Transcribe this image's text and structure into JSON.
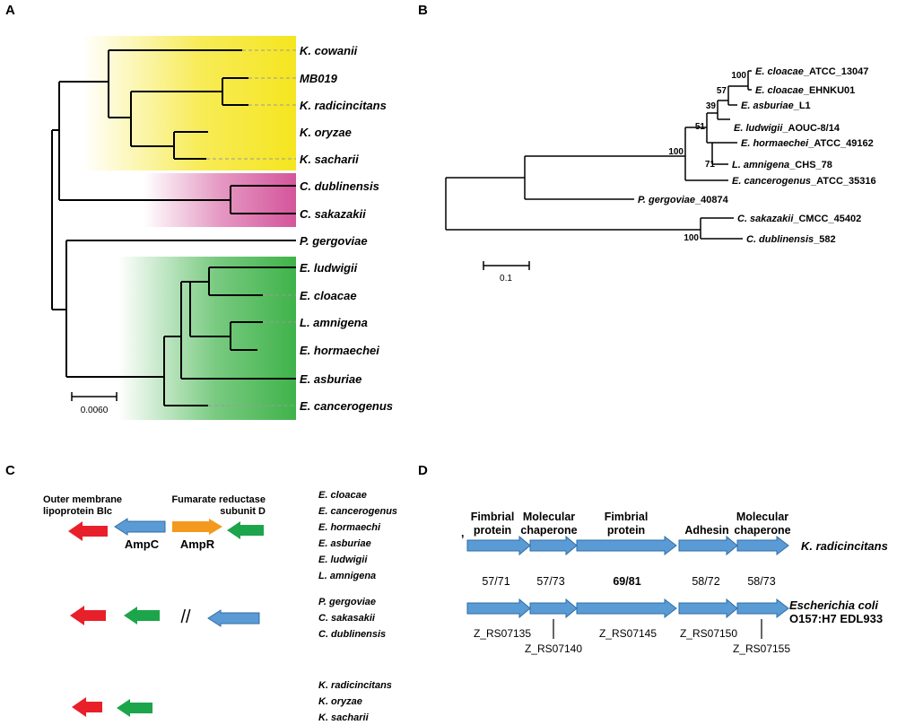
{
  "panels": {
    "a": {
      "label": "A",
      "scale_label": "0.0060",
      "taxa": [
        "K. cowanii",
        "MB019",
        "K. radicincitans",
        "K. oryzae",
        "K. sacharii",
        "C. dublinensis",
        "C. sakazakii",
        "P. gergoviae",
        "E. ludwigii",
        "E. cloacae",
        "L. amnigena",
        "E. hormaechei",
        "E. asburiae",
        "E. cancerogenus"
      ],
      "highlight_colors": {
        "kosakonia": "#f5e520",
        "cronobacter": "#d4559b",
        "enterobacter": "#3fb34a"
      }
    },
    "b": {
      "label": "B",
      "scale_label": "0.1",
      "taxa": [
        {
          "genus": "E. cloacae",
          "strain": "_ATCC_13047"
        },
        {
          "genus": "E. cloacae",
          "strain": "_EHNKU01"
        },
        {
          "genus": "E. asburiae",
          "strain": "_L1"
        },
        {
          "genus": "E. ludwigii",
          "strain": "_AOUC-8/14"
        },
        {
          "genus": "E. hormaechei",
          "strain": "_ATCC_49162"
        },
        {
          "genus": "L. amnigena",
          "strain": "_CHS_78"
        },
        {
          "genus": "E. cancerogenus",
          "strain": "_ATCC_35316"
        },
        {
          "genus": "P. gergoviae",
          "strain": "_40874"
        },
        {
          "genus": "C. sakazakii",
          "strain": "_CMCC_45402"
        },
        {
          "genus": "C. dublinensis",
          "strain": "_582"
        }
      ],
      "bootstrap": [
        "100",
        "57",
        "39",
        "51",
        "100",
        "71",
        "100"
      ]
    },
    "c": {
      "label": "C",
      "desc_outer_1": "Outer membrane",
      "desc_outer_2": "lipoprotein Blc",
      "desc_fum_1": "Fumarate reductase",
      "desc_fum_2": "subunit D",
      "gene_ampc": "AmpC",
      "gene_ampr": "AmpR",
      "break_mark": "//",
      "group1": [
        "E. cloacae",
        "E. cancerogenus",
        "E. hormaechi",
        "E. asburiae",
        "E. ludwigii",
        "L. amnigena"
      ],
      "group2": [
        "P. gergoviae",
        "C. sakasakii",
        "C. dublinensis"
      ],
      "group3": [
        "K. radicincitans",
        "K. oryzae",
        "K. sacharii"
      ],
      "colors": {
        "red": "#e8202a",
        "blue": "#5b9bd5",
        "orange": "#f39a1e",
        "green": "#1ca54b"
      }
    },
    "d": {
      "label": "D",
      "genes": [
        {
          "line1": "Fimbrial",
          "line2": "protein"
        },
        {
          "line1": "Molecular",
          "line2": "chaperone"
        },
        {
          "line1": "Fimbrial",
          "line2": "protein"
        },
        {
          "line1": "",
          "line2": "Adhesin"
        },
        {
          "line1": "Molecular",
          "line2": "chaperone"
        }
      ],
      "identity": [
        "57/71",
        "57/73",
        "69/81",
        "58/72",
        "58/73"
      ],
      "species_top": "K. radicincitans",
      "species_bottom_1": "Escherichia coli",
      "species_bottom_2": "O157:H7 EDL933",
      "loci": [
        "Z_RS07135",
        "Z_RS07140",
        "Z_RS07145",
        "Z_RS07150",
        "Z_RS07155"
      ],
      "stray_mark": ","
    }
  }
}
